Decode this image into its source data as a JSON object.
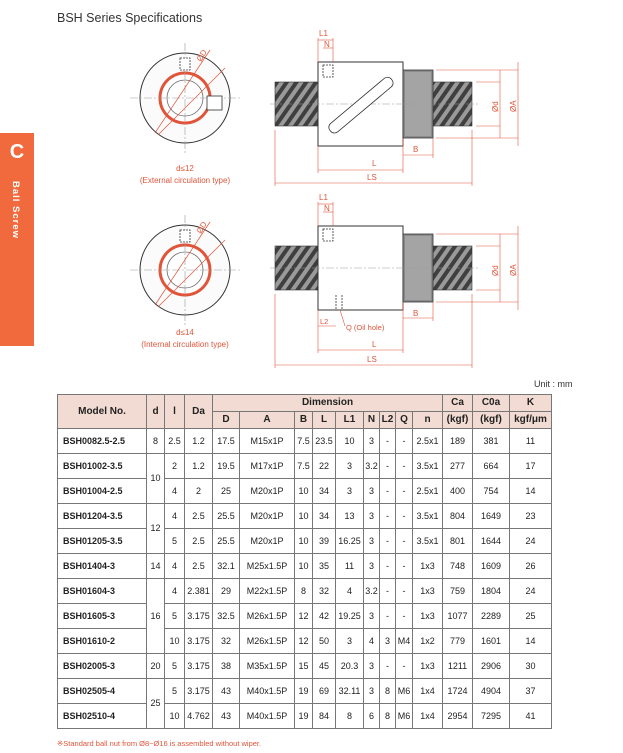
{
  "page": {
    "title": "BSH Series Specifications",
    "side_tab_letter": "C",
    "side_tab_label": "Ball Screw",
    "unit": "Unit : mm",
    "note": "※Standard ball nut from Ø8~Ø16 is assembled without wiper."
  },
  "diagram_ext": {
    "caption_line1": "d≤12",
    "caption_line2": "(External circulation type)",
    "dim_D": "ØD",
    "dim_d": "Ød",
    "dim_A": "ØA",
    "dim_L1": "L1",
    "dim_N": "N",
    "dim_L": "L",
    "dim_B": "B",
    "dim_LS": "LS"
  },
  "diagram_int": {
    "caption_line1": "d≤14",
    "caption_line2": "(Internal circulation type)",
    "dim_D": "ØD",
    "dim_d": "Ød",
    "dim_A": "ØA",
    "dim_L1": "L1",
    "dim_N": "N",
    "dim_L2": "L2",
    "dim_Q": "Q (Oil hole)",
    "dim_B": "B",
    "dim_L": "L",
    "dim_LS": "LS"
  },
  "table": {
    "headers": {
      "model": "Model No.",
      "d": "d",
      "l": "l",
      "da": "Da",
      "dimension": "Dimension",
      "D": "D",
      "A": "A",
      "B": "B",
      "L": "L",
      "L1": "L1",
      "N": "N",
      "L2": "L2",
      "Q": "Q",
      "n": "n",
      "ca1": "Ca",
      "ca2": "(kgf)",
      "c0a1": "C0a",
      "c0a2": "(kgf)",
      "k1": "K",
      "k2": "kgf/μm"
    },
    "rows": [
      {
        "model": "BSH0082.5-2.5",
        "d": "8",
        "l": "2.5",
        "da": "1.2",
        "D": "17.5",
        "A": "M15x1P",
        "B": "7.5",
        "L": "23.5",
        "L1": "10",
        "N": "3",
        "L2": "-",
        "Q": "-",
        "n": "2.5x1",
        "ca": "189",
        "c0a": "381",
        "k": "11"
      },
      {
        "model": "BSH01002-3.5",
        "d": "10",
        "l": "2",
        "da": "1.2",
        "D": "19.5",
        "A": "M17x1P",
        "B": "7.5",
        "L": "22",
        "L1": "3",
        "N": "3.2",
        "L2": "-",
        "Q": "-",
        "n": "3.5x1",
        "ca": "277",
        "c0a": "664",
        "k": "17"
      },
      {
        "model": "BSH01004-2.5",
        "d": "",
        "l": "4",
        "da": "2",
        "D": "25",
        "A": "M20x1P",
        "B": "10",
        "L": "34",
        "L1": "3",
        "N": "3",
        "L2": "-",
        "Q": "-",
        "n": "2.5x1",
        "ca": "400",
        "c0a": "754",
        "k": "14"
      },
      {
        "model": "BSH01204-3.5",
        "d": "12",
        "l": "4",
        "da": "2.5",
        "D": "25.5",
        "A": "M20x1P",
        "B": "10",
        "L": "34",
        "L1": "13",
        "N": "3",
        "L2": "-",
        "Q": "-",
        "n": "3.5x1",
        "ca": "804",
        "c0a": "1649",
        "k": "23"
      },
      {
        "model": "BSH01205-3.5",
        "d": "",
        "l": "5",
        "da": "2.5",
        "D": "25.5",
        "A": "M20x1P",
        "B": "10",
        "L": "39",
        "L1": "16.25",
        "N": "3",
        "L2": "-",
        "Q": "-",
        "n": "3.5x1",
        "ca": "801",
        "c0a": "1644",
        "k": "24"
      },
      {
        "model": "BSH01404-3",
        "d": "14",
        "l": "4",
        "da": "2.5",
        "D": "32.1",
        "A": "M25x1.5P",
        "B": "10",
        "L": "35",
        "L1": "11",
        "N": "3",
        "L2": "-",
        "Q": "-",
        "n": "1x3",
        "ca": "748",
        "c0a": "1609",
        "k": "26"
      },
      {
        "model": "BSH01604-3",
        "d": "16",
        "l": "4",
        "da": "2.381",
        "D": "29",
        "A": "M22x1.5P",
        "B": "8",
        "L": "32",
        "L1": "4",
        "N": "3.2",
        "L2": "-",
        "Q": "-",
        "n": "1x3",
        "ca": "759",
        "c0a": "1804",
        "k": "24"
      },
      {
        "model": "BSH01605-3",
        "d": "",
        "l": "5",
        "da": "3.175",
        "D": "32.5",
        "A": "M26x1.5P",
        "B": "12",
        "L": "42",
        "L1": "19.25",
        "N": "3",
        "L2": "-",
        "Q": "-",
        "n": "1x3",
        "ca": "1077",
        "c0a": "2289",
        "k": "25"
      },
      {
        "model": "BSH01610-2",
        "d": "",
        "l": "10",
        "da": "3.175",
        "D": "32",
        "A": "M26x1.5P",
        "B": "12",
        "L": "50",
        "L1": "3",
        "N": "4",
        "L2": "3",
        "Q": "M4",
        "n": "1x2",
        "ca": "779",
        "c0a": "1601",
        "k": "14"
      },
      {
        "model": "BSH02005-3",
        "d": "20",
        "l": "5",
        "da": "3.175",
        "D": "38",
        "A": "M35x1.5P",
        "B": "15",
        "L": "45",
        "L1": "20.3",
        "N": "3",
        "L2": "-",
        "Q": "-",
        "n": "1x3",
        "ca": "1211",
        "c0a": "2906",
        "k": "30"
      },
      {
        "model": "BSH02505-4",
        "d": "25",
        "l": "5",
        "da": "3.175",
        "D": "43",
        "A": "M40x1.5P",
        "B": "19",
        "L": "69",
        "L1": "32.11",
        "N": "3",
        "L2": "8",
        "Q": "M6",
        "n": "1x4",
        "ca": "1724",
        "c0a": "4904",
        "k": "37"
      },
      {
        "model": "BSH02510-4",
        "d": "",
        "l": "10",
        "da": "4.762",
        "D": "43",
        "A": "M40x1.5P",
        "B": "19",
        "L": "84",
        "L1": "8",
        "N": "6",
        "L2": "8",
        "Q": "M6",
        "n": "1x4",
        "ca": "2954",
        "c0a": "7295",
        "k": "41"
      }
    ]
  }
}
